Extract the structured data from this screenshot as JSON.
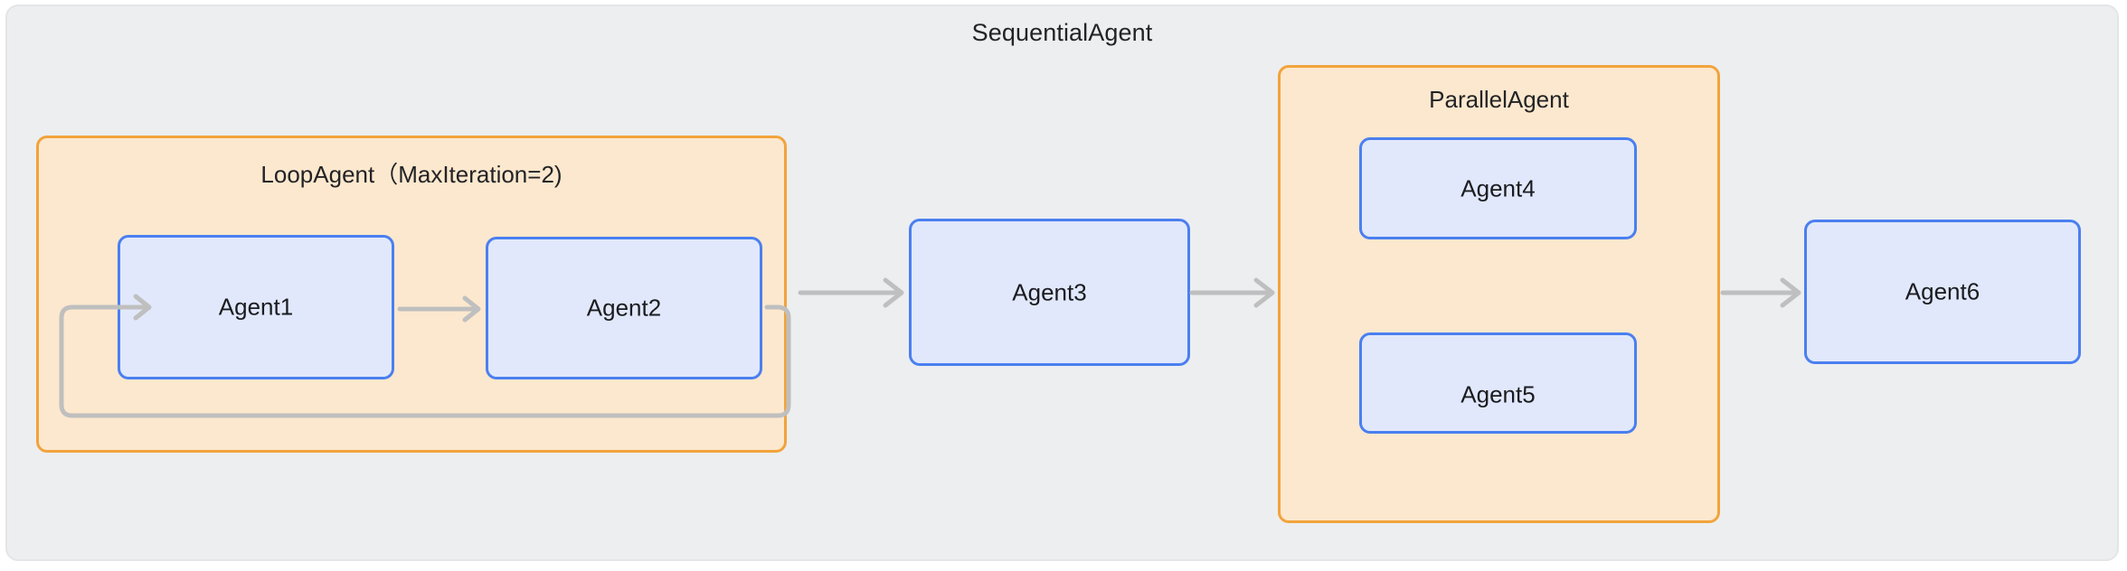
{
  "diagram": {
    "title": "SequentialAgent",
    "background_color": "#eceef0",
    "group_border_color": "#f2a33c",
    "group_fill_color": "#fce8ce",
    "node_border_color": "#4a7ff0",
    "node_fill_color": "#e1e8fb",
    "connector_color": "#bfbfbf"
  },
  "groups": {
    "loop": {
      "label": "LoopAgent（MaxIteration=2)",
      "children": [
        "Agent1",
        "Agent2"
      ]
    },
    "parallel": {
      "label": "ParallelAgent",
      "children": [
        "Agent4",
        "Agent5"
      ]
    }
  },
  "nodes": {
    "agent1": {
      "label": "Agent1"
    },
    "agent2": {
      "label": "Agent2"
    },
    "agent3": {
      "label": "Agent3"
    },
    "agent4": {
      "label": "Agent4"
    },
    "agent5": {
      "label": "Agent5"
    },
    "agent6": {
      "label": "Agent6"
    }
  },
  "connectors": [
    {
      "name": "agent1-to-agent2",
      "from": "Agent1",
      "to": "Agent2",
      "kind": "arrow"
    },
    {
      "name": "agent2-loopback-agent1",
      "from": "Agent2",
      "to": "Agent1",
      "kind": "loop-back-arrow"
    },
    {
      "name": "loopagent-to-agent3",
      "from": "LoopAgent",
      "to": "Agent3",
      "kind": "arrow"
    },
    {
      "name": "agent3-to-parallelagent",
      "from": "Agent3",
      "to": "ParallelAgent",
      "kind": "arrow"
    },
    {
      "name": "parallelagent-to-agent6",
      "from": "ParallelAgent",
      "to": "Agent6",
      "kind": "arrow"
    }
  ]
}
